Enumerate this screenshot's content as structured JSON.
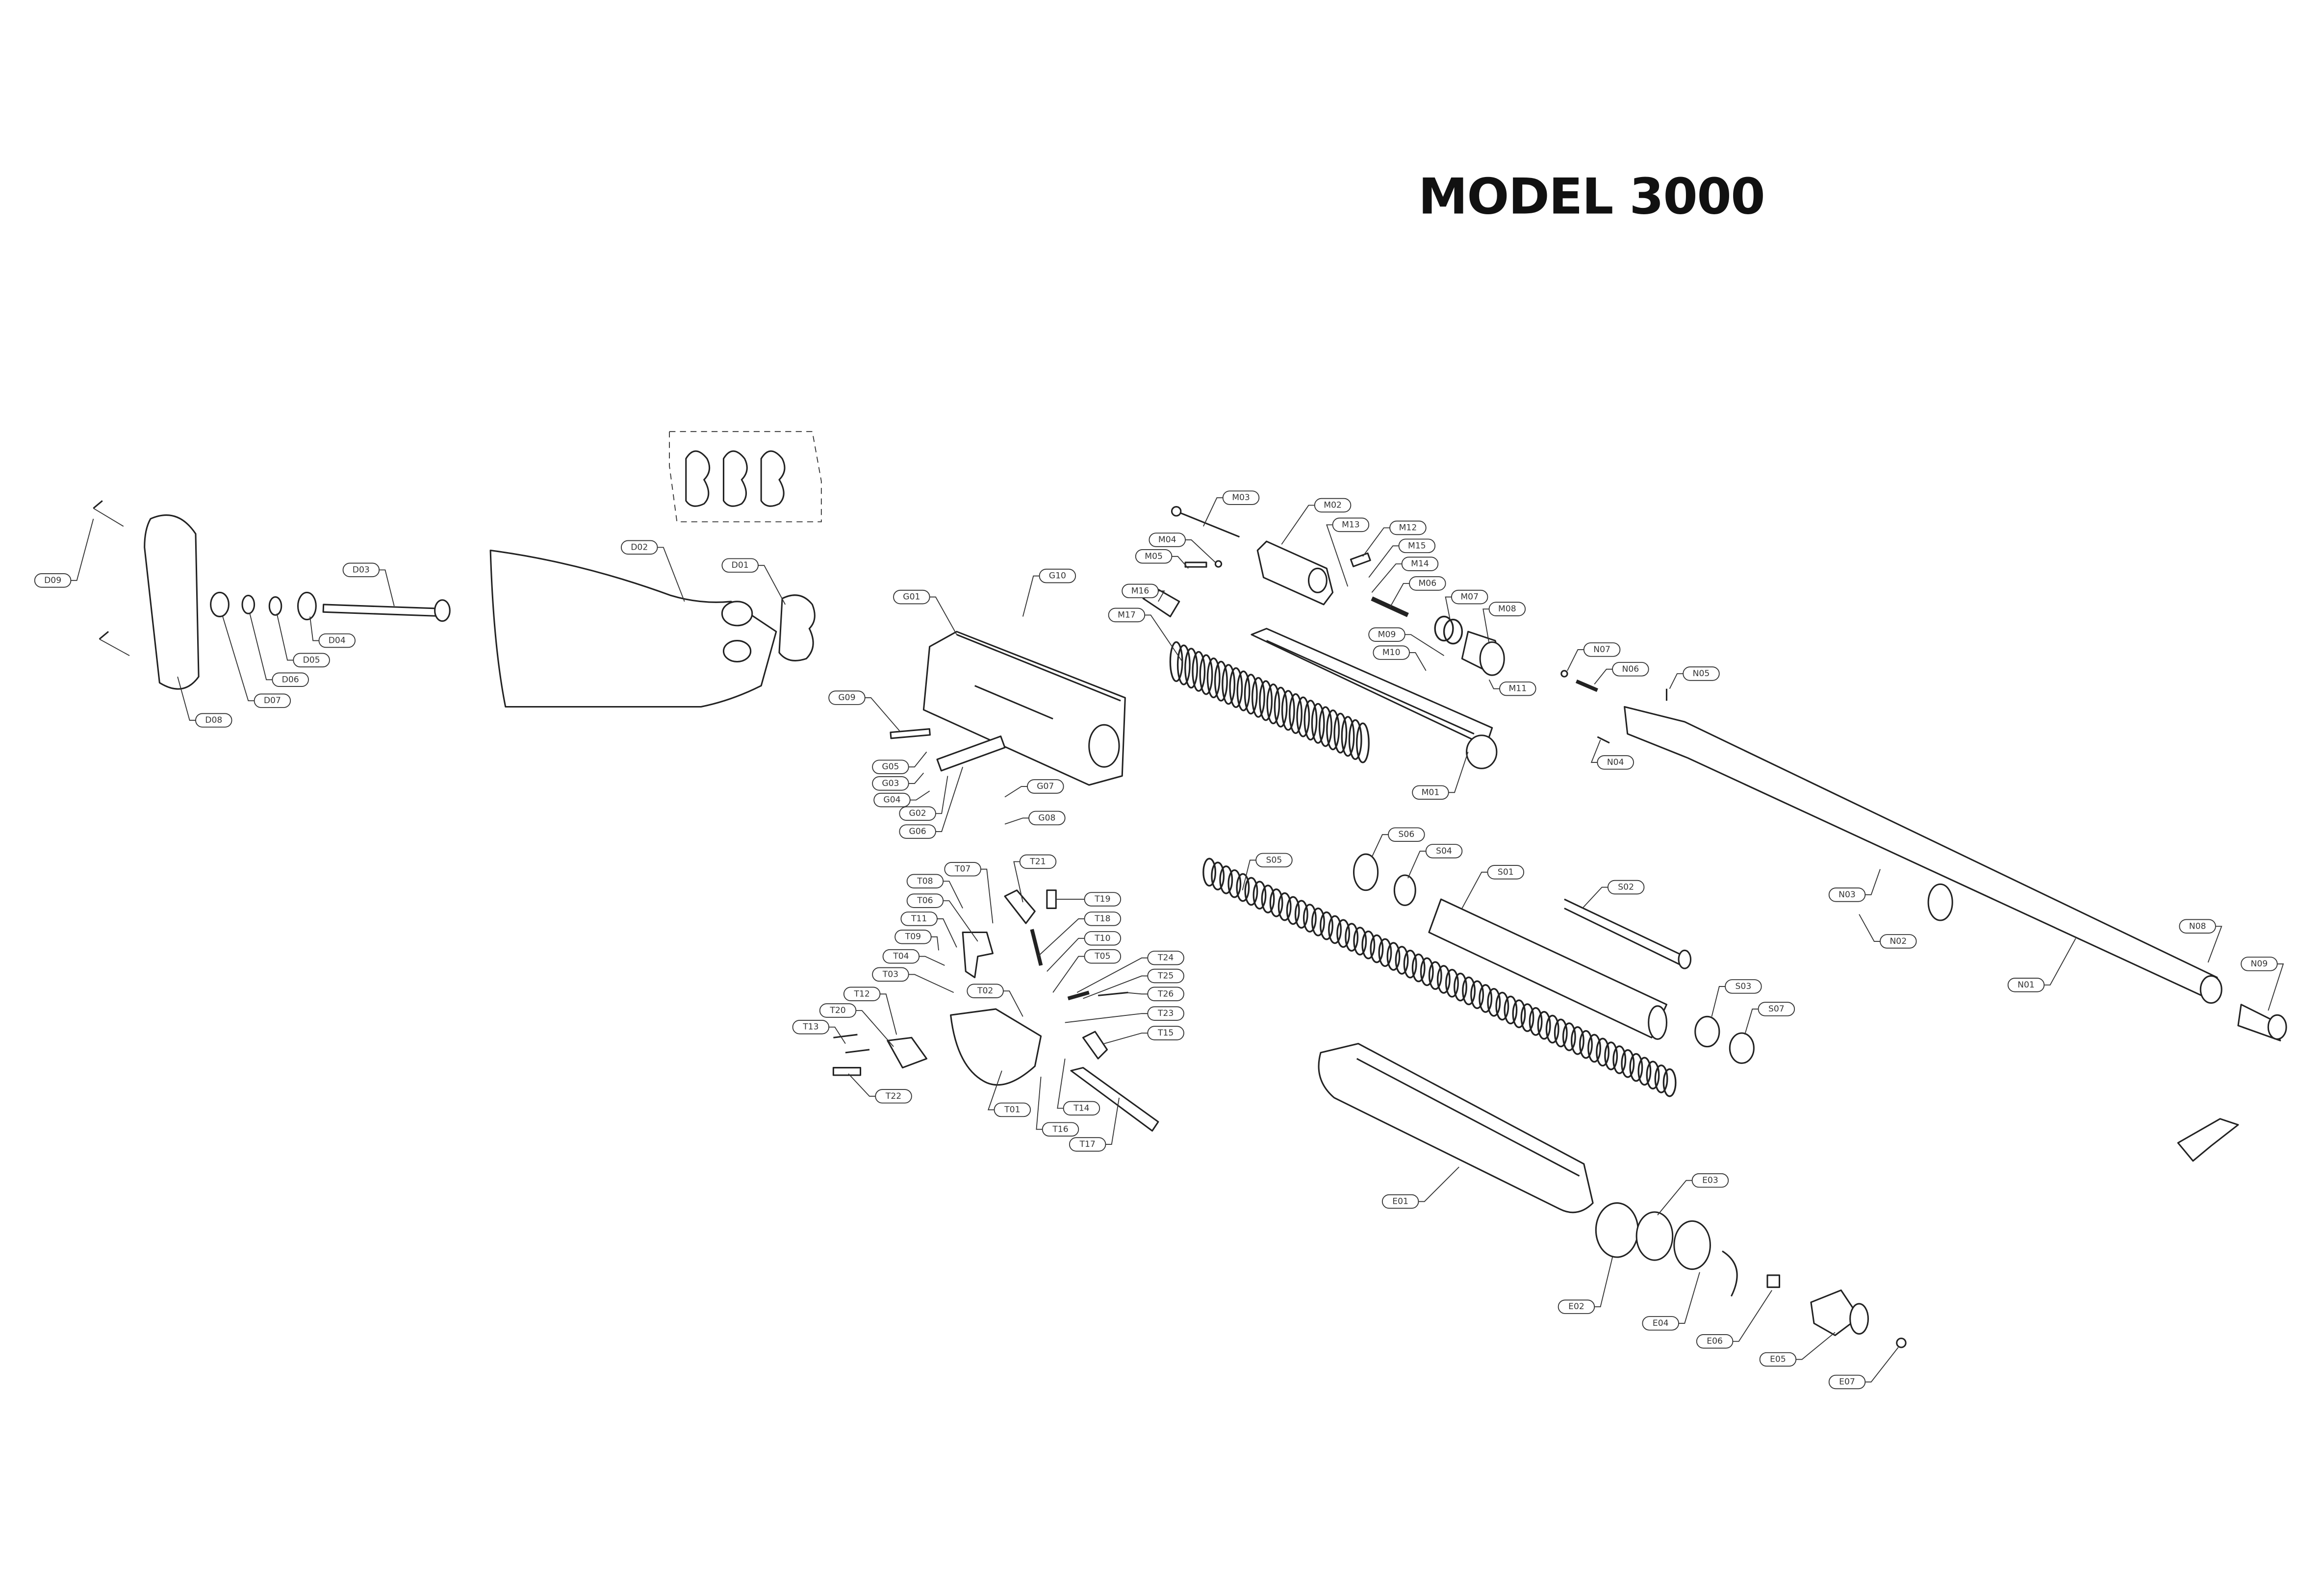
{
  "title": "MODEL 3000",
  "parts": {
    "stock": [
      "D01",
      "D02",
      "D03",
      "D04",
      "D05",
      "D06",
      "D07",
      "D08",
      "D09"
    ],
    "receiver": [
      "G01",
      "G02",
      "G03",
      "G04",
      "G05",
      "G06",
      "G07",
      "G08",
      "G09",
      "G10"
    ],
    "trigger": [
      "T01",
      "T02",
      "T03",
      "T04",
      "T05",
      "T06",
      "T07",
      "T08",
      "T09",
      "T10",
      "T11",
      "T12",
      "T13",
      "T14",
      "T15",
      "T16",
      "T17",
      "T18",
      "T19",
      "T20",
      "T21",
      "T22",
      "T23",
      "T24",
      "T25",
      "T26"
    ],
    "bolt": [
      "M01",
      "M02",
      "M03",
      "M04",
      "M05",
      "M06",
      "M07",
      "M08",
      "M09",
      "M10",
      "M11",
      "M12",
      "M13",
      "M14",
      "M15",
      "M16",
      "M17"
    ],
    "barrel": [
      "N01",
      "N02",
      "N03",
      "N04",
      "N05",
      "N06",
      "N07",
      "N08",
      "N09"
    ],
    "magazine": [
      "S01",
      "S02",
      "S03",
      "S04",
      "S05",
      "S06",
      "S07"
    ],
    "forend": [
      "E01",
      "E02",
      "E03",
      "E04",
      "E05",
      "E06",
      "E07"
    ]
  }
}
